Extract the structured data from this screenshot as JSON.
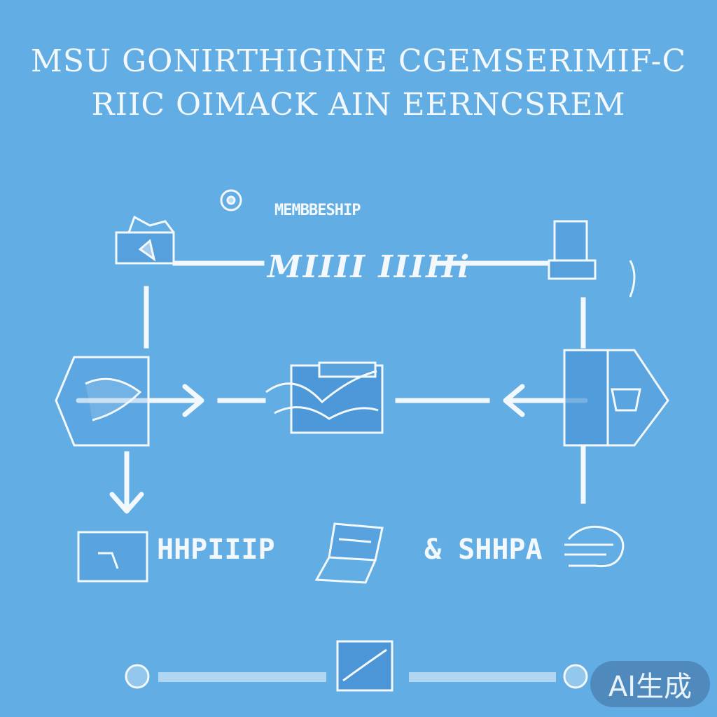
{
  "title": {
    "line1": "MSU GONIRTHIGINE CGEMSERIMIF-C",
    "line2": "RIIC OIMACK AIN EERNCSREM"
  },
  "labels": {
    "top_small": "MEMBBESHIP",
    "top_center": "MIIII IIIIIi",
    "bottom_left": "HHPIIIP",
    "bottom_right": "& SHHPA"
  },
  "badge": "AI生成",
  "colors": {
    "background": "#62ade4",
    "line": "#f3f8fd",
    "icon_fill": "#4a94d6",
    "badge": "#4f88b9"
  },
  "icons": [
    "globe-icon",
    "document-icon",
    "printer-icon",
    "cube-icon",
    "folder-icon",
    "chart-icon",
    "cloud-icon"
  ]
}
